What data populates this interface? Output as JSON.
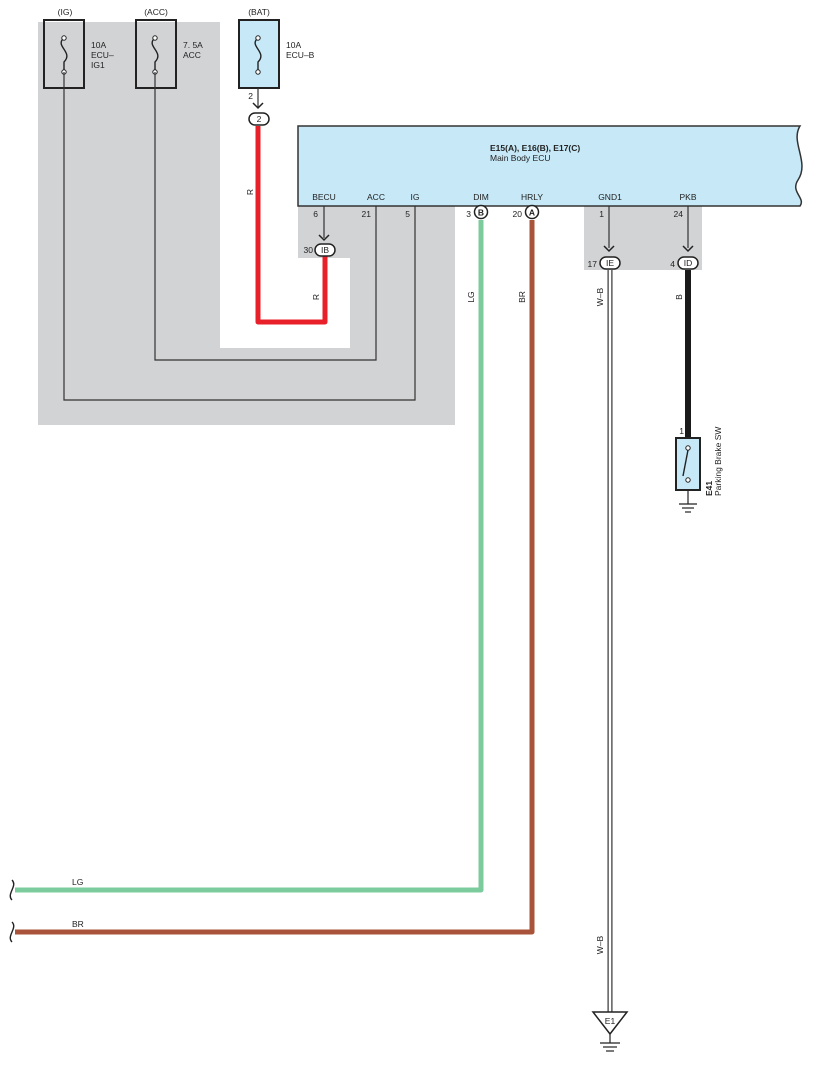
{
  "fuses": [
    {
      "circuit": "(IG)",
      "rating": "10A",
      "name_line1": "ECU–",
      "name_line2": "IG1"
    },
    {
      "circuit": "(ACC)",
      "rating": "7. 5A",
      "name_line1": "ACC",
      "name_line2": ""
    },
    {
      "circuit": "(BAT)",
      "rating": "10A",
      "name_line1": "ECU–B",
      "name_line2": ""
    }
  ],
  "ecu": {
    "codes": "E15(A), E16(B), E17(C)",
    "name": "Main Body ECU",
    "terminals": [
      {
        "name": "BECU",
        "pin": "6"
      },
      {
        "name": "ACC",
        "pin": "21"
      },
      {
        "name": "IG",
        "pin": "5"
      },
      {
        "name": "DIM",
        "pin": "3",
        "connector": "B"
      },
      {
        "name": "HRLY",
        "pin": "20",
        "connector": "A"
      },
      {
        "name": "GND1",
        "pin": "1"
      },
      {
        "name": "PKB",
        "pin": "24"
      }
    ]
  },
  "junctions": {
    "bat_out": {
      "pin": "2",
      "id": "2"
    },
    "ib": {
      "pin": "30",
      "id": "IB"
    },
    "ie": {
      "pin": "17",
      "id": "IE"
    },
    "id": {
      "pin": "4",
      "id": "ID"
    }
  },
  "wires": {
    "bat_to_ib": "R",
    "ib_to_becu": "R",
    "dim": "LG",
    "hrly": "BR",
    "gnd": "W–B",
    "pkb": "B",
    "dim_out": "LG",
    "hrly_out": "BR",
    "gnd_lower": "W–B"
  },
  "switch": {
    "pin": "1",
    "code": "E41",
    "name": "Parking Brake SW"
  },
  "ground_point": "E1",
  "colors": {
    "R": "#e8202a",
    "LG": "#7ccb9c",
    "BR": "#a9533a",
    "B": "#1a1a1a",
    "WB": "#ffffff",
    "shade": "#d2d3d5",
    "ecu_fill": "#c6e8f7",
    "line": "#333333"
  }
}
